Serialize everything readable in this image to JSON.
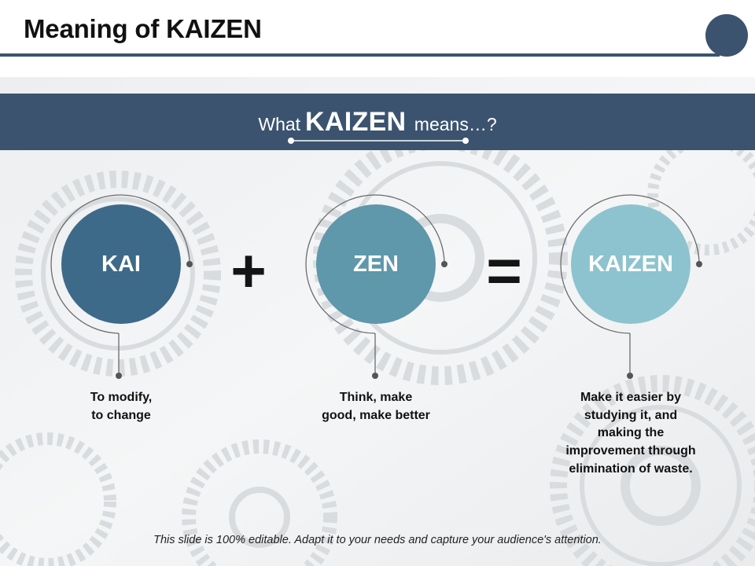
{
  "slide": {
    "title": "Meaning of KAIZEN",
    "banner": {
      "prefix": "What",
      "keyword": "KAIZEN",
      "suffix": "means…?"
    },
    "terms": [
      {
        "label": "KAI",
        "description_lines": [
          "To modify,",
          "to change"
        ]
      },
      {
        "label": "ZEN",
        "description_lines": [
          "Think, make",
          "good, make better"
        ]
      },
      {
        "label": "KAIZEN",
        "description_lines": [
          "Make it easier by",
          "studying it, and",
          "making the",
          "improvement through",
          "elimination of waste."
        ]
      }
    ],
    "operators": {
      "plus": "+",
      "equals": "="
    },
    "footer": "This slide is 100% editable. Adapt it to your needs and capture your audience's attention."
  },
  "colors": {
    "accent": "#3b536f",
    "kai": "#3e6a89",
    "zen": "#5f97ab",
    "kaizen": "#8dc3ce"
  }
}
